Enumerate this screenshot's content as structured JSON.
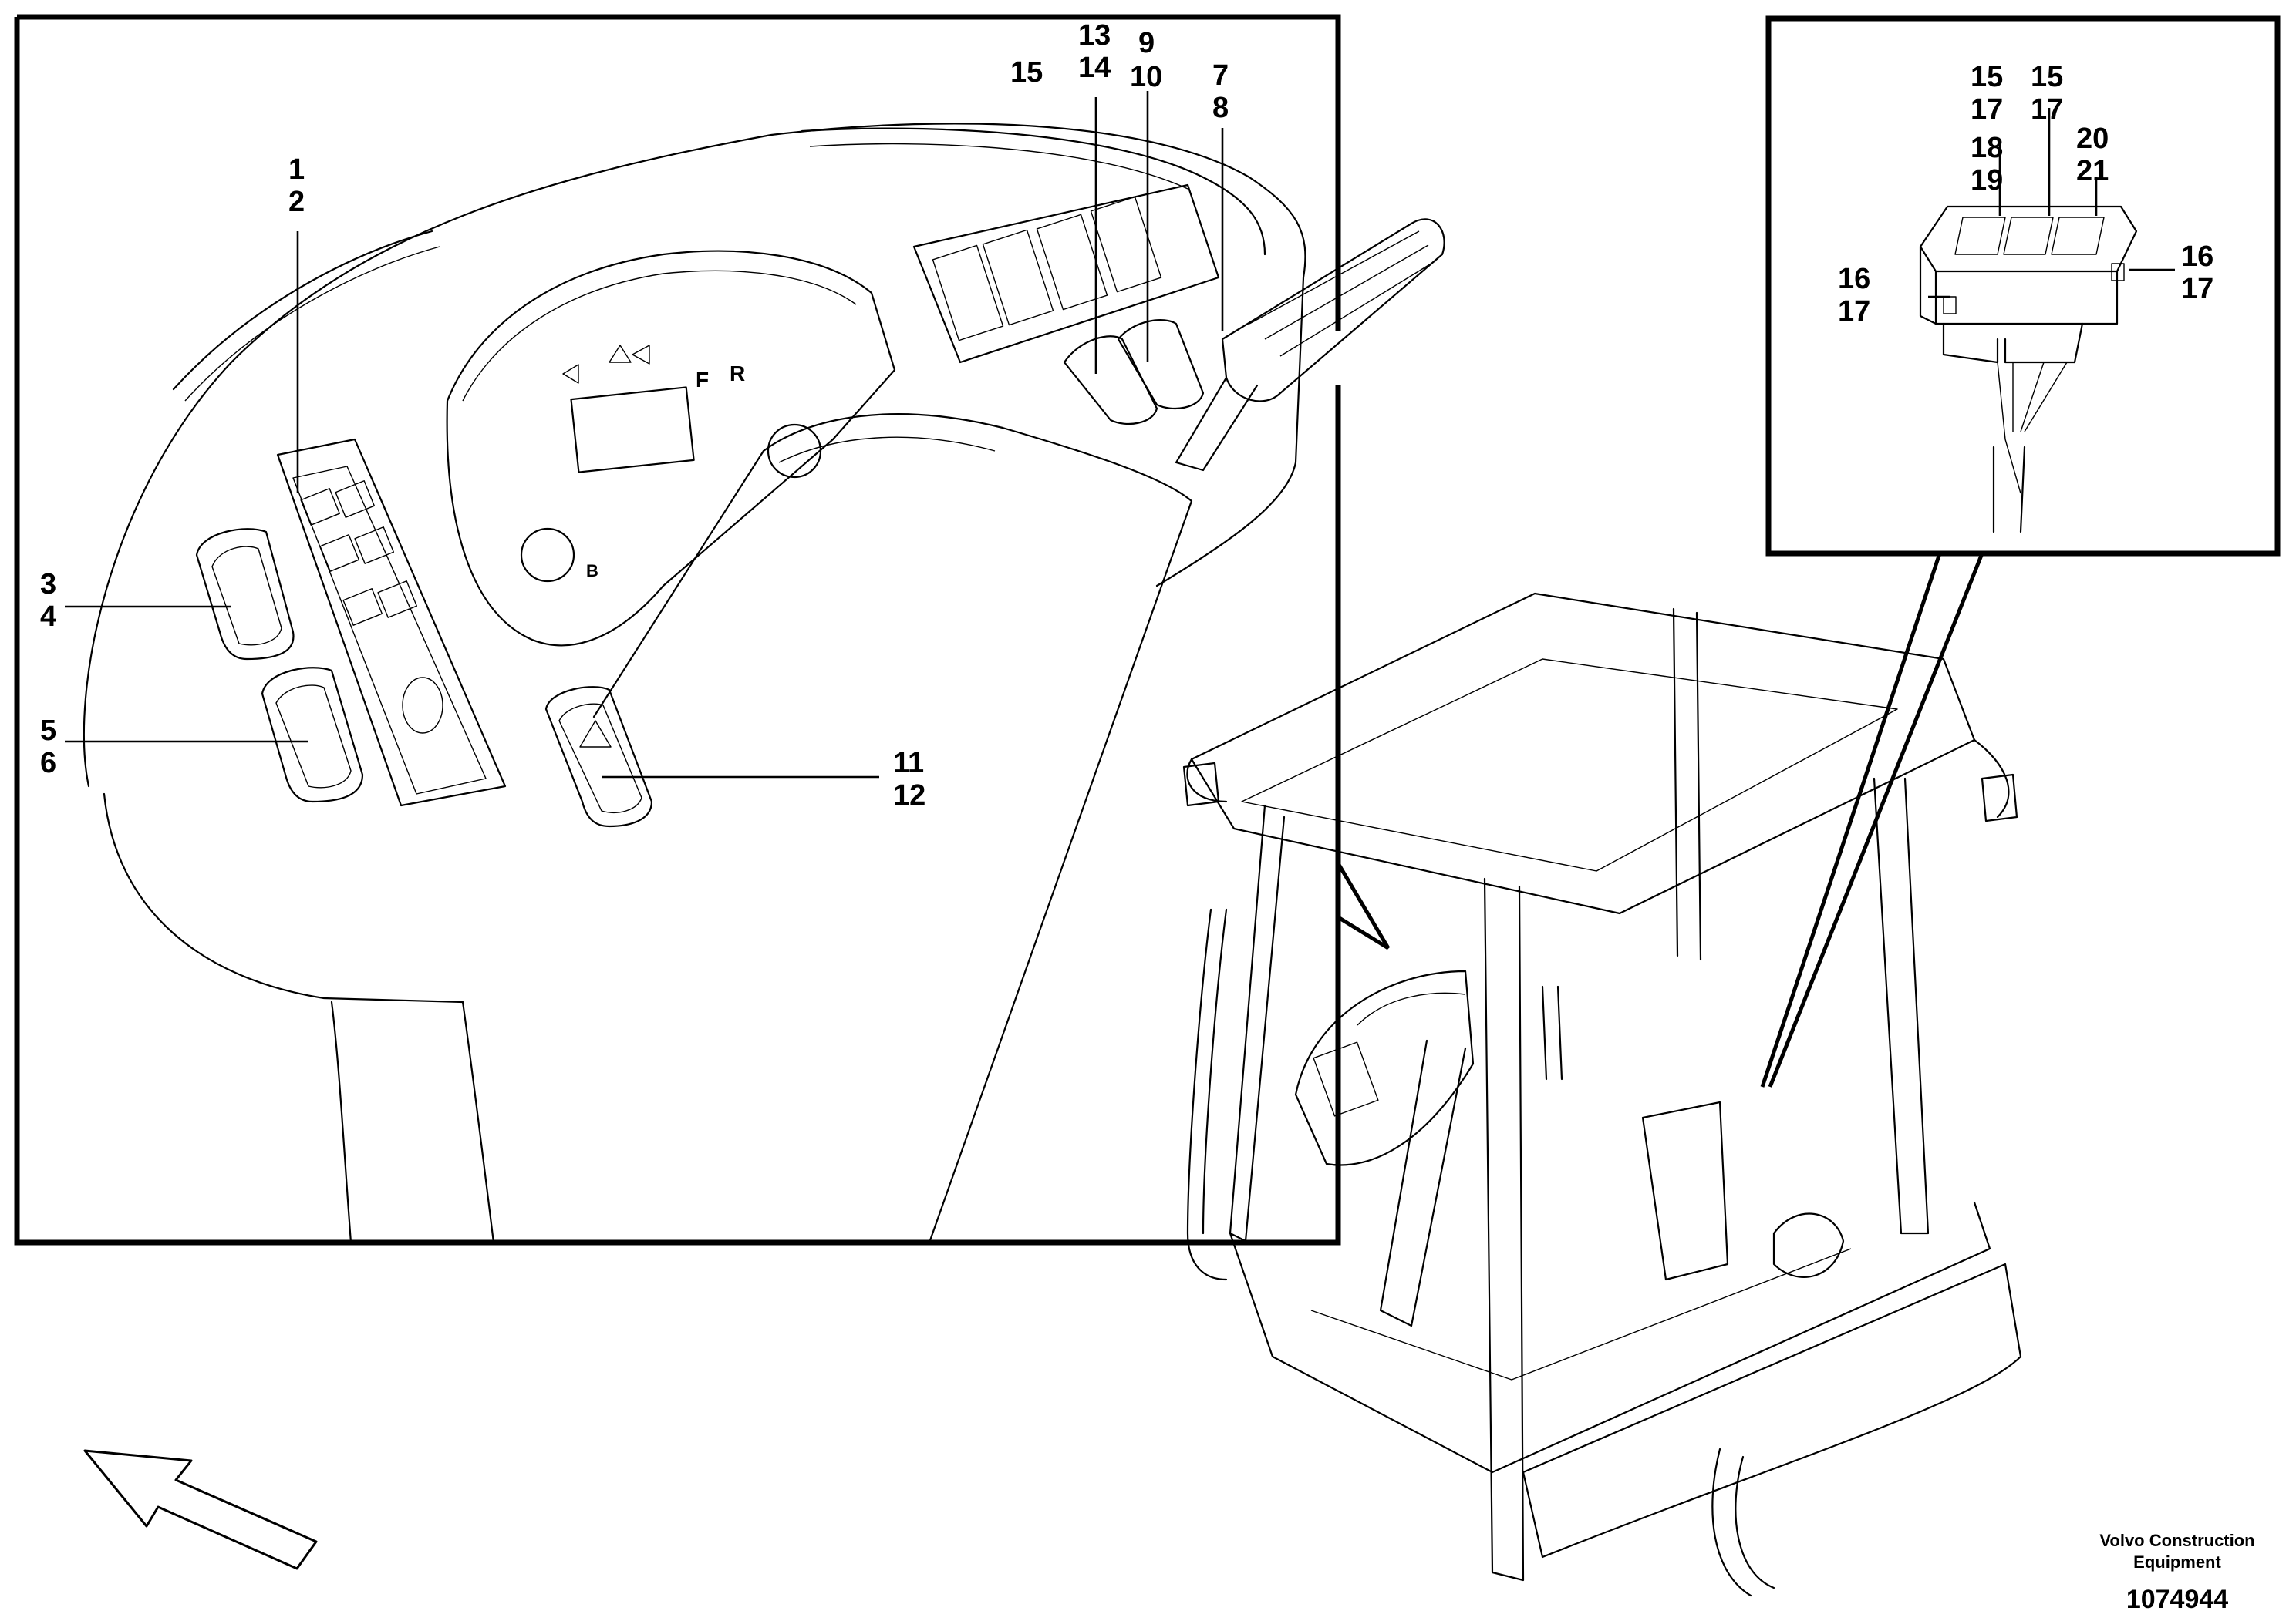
{
  "callouts": {
    "c1": "1",
    "c2": "2",
    "c3": "3",
    "c4": "4",
    "c5": "5",
    "c6": "6",
    "c7": "7",
    "c8": "8",
    "c9": "9",
    "c10": "10",
    "c11": "11",
    "c12": "12",
    "c13": "13",
    "c14": "14",
    "c15": "15",
    "inset": {
      "a15": "15",
      "a17": "17",
      "b15": "15",
      "b17": "17",
      "c18": "18",
      "c19": "19",
      "d20": "20",
      "d21": "21",
      "left16": "16",
      "left17": "17",
      "right16": "16",
      "right17": "17"
    }
  },
  "panel_symbols": {
    "forward": "F",
    "reverse": "R",
    "gauge_mark": "B"
  },
  "footer": {
    "brand_line1": "Volvo Construction",
    "brand_line2": "Equipment",
    "drawing_number": "1074944"
  },
  "icons": [
    "direction-arrow-icon",
    "hazard-warning-icon",
    "turn-signal-icon"
  ]
}
